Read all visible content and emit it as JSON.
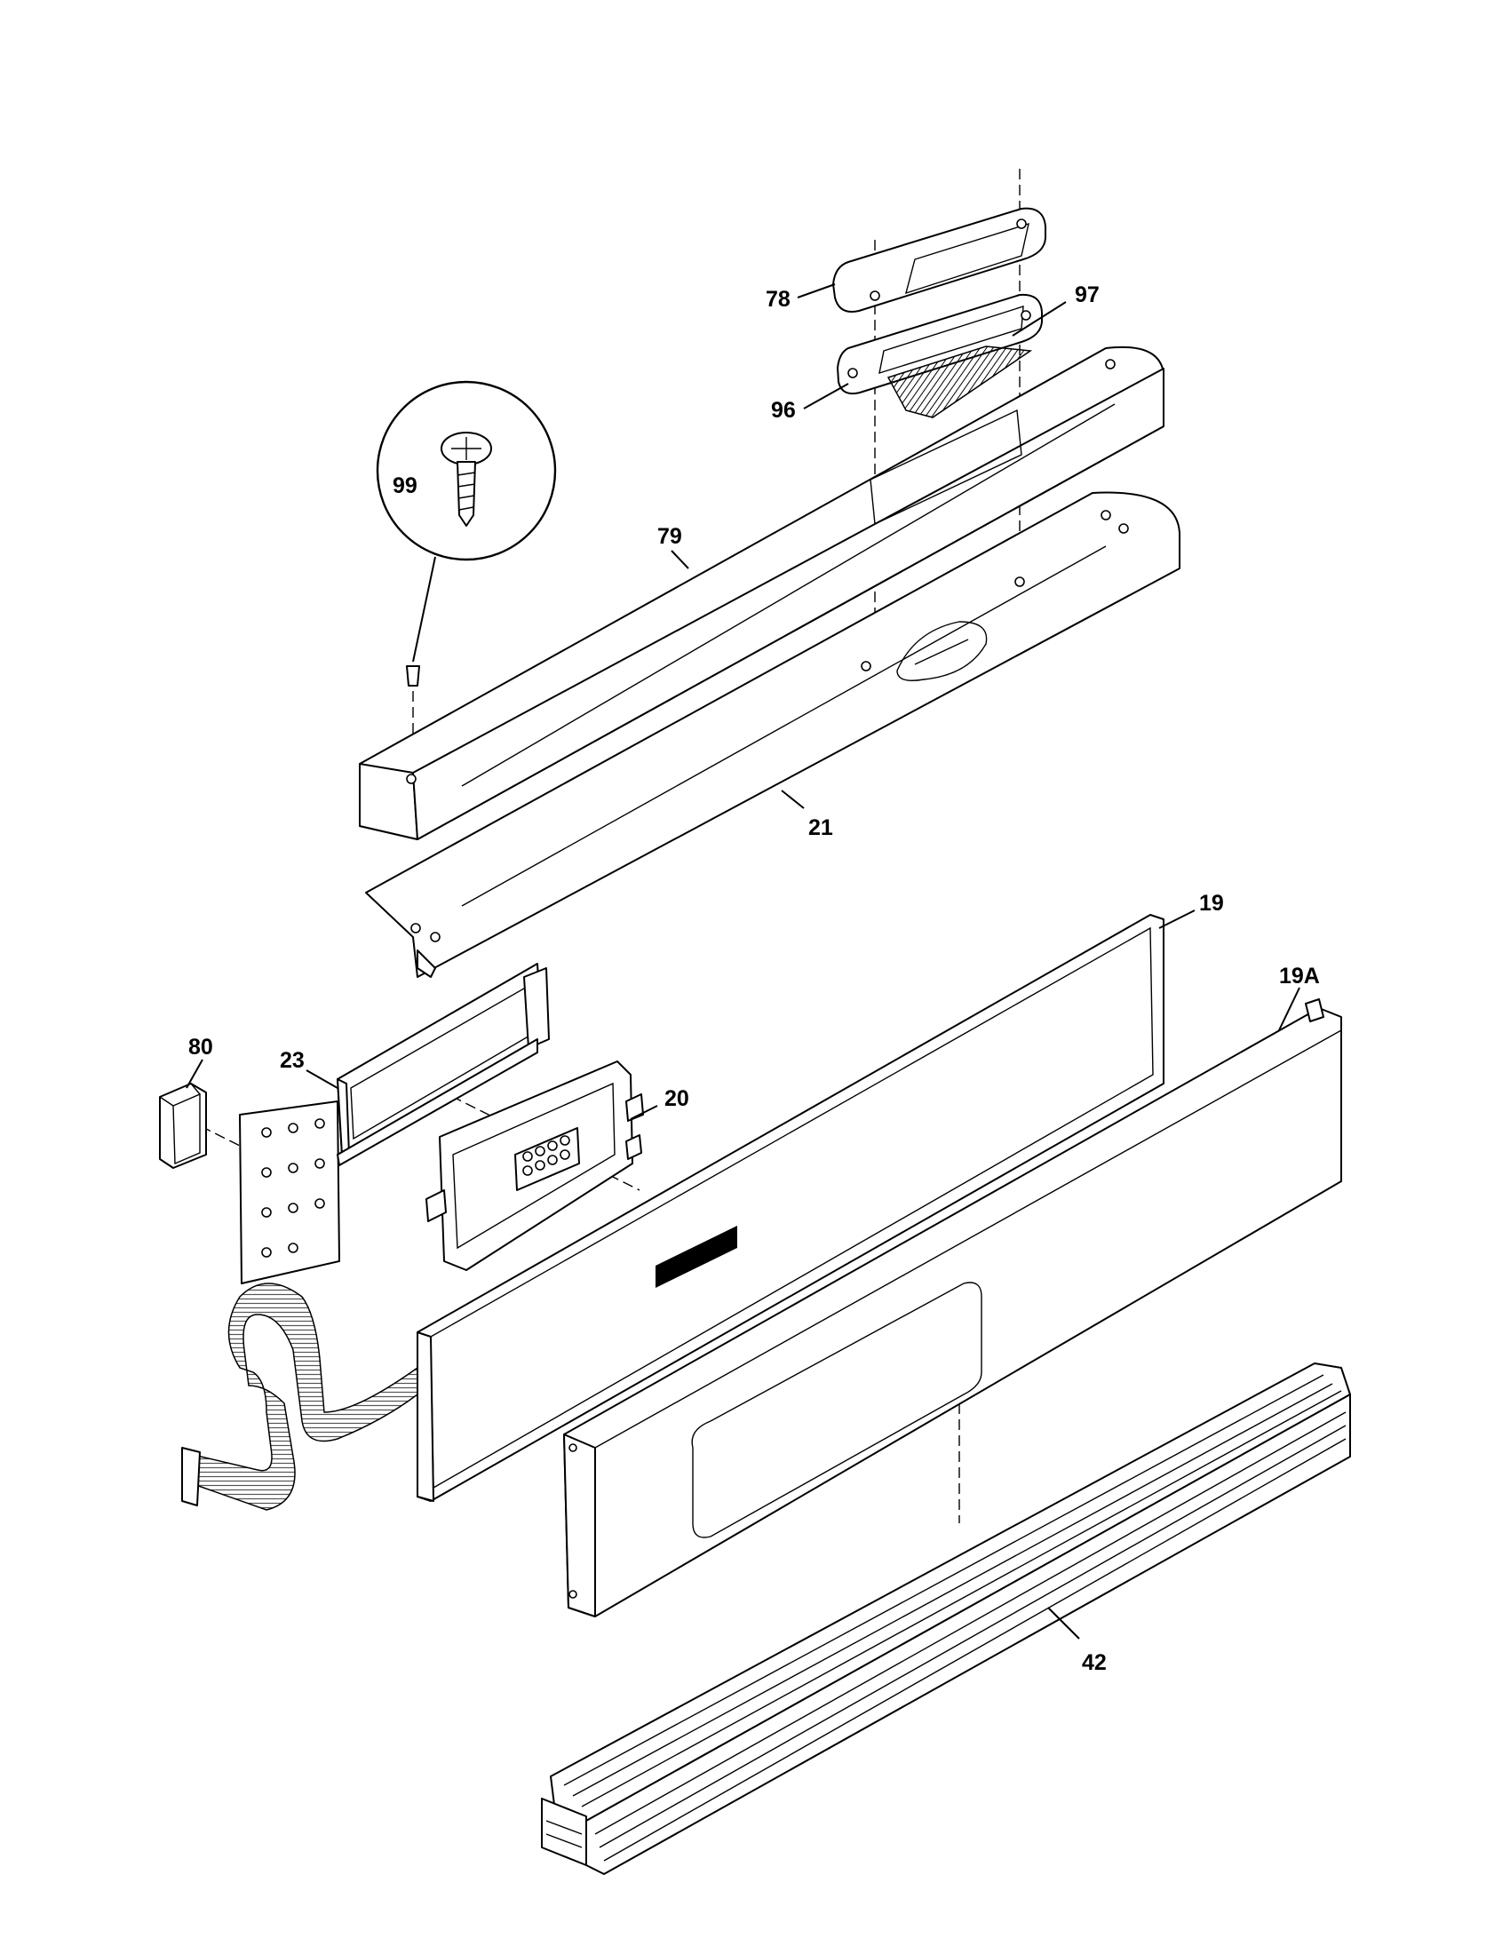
{
  "callouts": {
    "c78": "78",
    "c97": "97",
    "c96": "96",
    "c99": "99",
    "c79": "79",
    "c21": "21",
    "c19": "19",
    "c19A": "19A",
    "c80": "80",
    "c23": "23",
    "c20": "20",
    "c42": "42"
  }
}
